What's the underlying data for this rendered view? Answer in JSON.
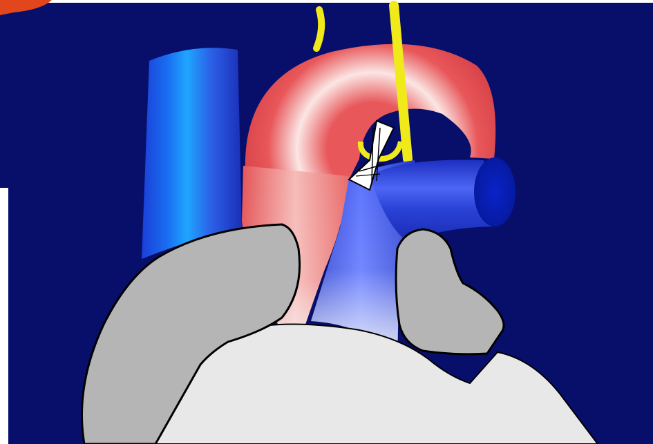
{
  "figure": {
    "colors": {
      "background": "#070f6b",
      "aorta": "#e8575a",
      "aorta_highlight": "#fbe6e4",
      "pulmonary_artery": "#1f33c9",
      "pulmonary_highlight": "#5b73ff",
      "vena_cava": "#1a4fe0",
      "vena_cava_highlight": "#1ea6ff",
      "nerve": "#f0ea1a",
      "atrium_gray": "#b5b5b5",
      "ventricle_light": "#e8e8e8",
      "outline": "#000000",
      "corner_orange": "#e2461c"
    },
    "structures": [
      "aortic-arch",
      "pulmonary-artery",
      "superior-vena-cava",
      "vagus-nerve",
      "recurrent-laryngeal-nerve",
      "ductus-ligature-clip",
      "right-atrium",
      "left-atrial-appendage",
      "heart-ventricles"
    ]
  }
}
